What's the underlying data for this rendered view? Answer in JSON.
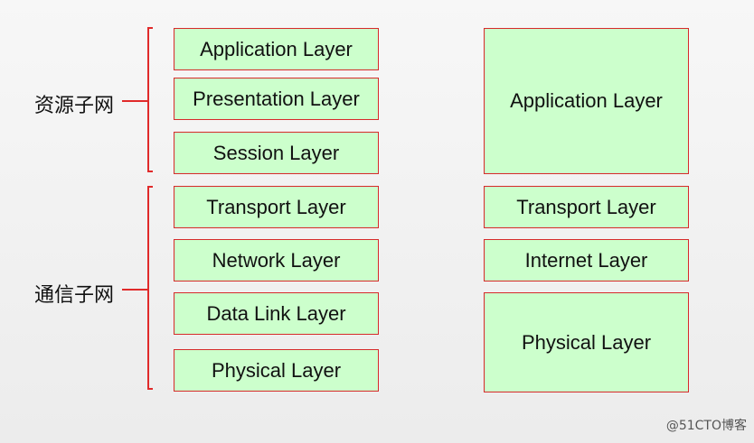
{
  "groups": {
    "resource_subnet": "资源子网",
    "communication_subnet": "通信子网"
  },
  "osi_layers": [
    "Application Layer",
    "Presentation Layer",
    "Session Layer",
    "Transport Layer",
    "Network Layer",
    "Data Link Layer",
    "Physical Layer"
  ],
  "tcpip_layers": [
    "Application Layer",
    "Transport Layer",
    "Internet Layer",
    "Physical Layer"
  ],
  "watermark": "@51CTO博客",
  "colors": {
    "box_fill": "#ccffcc",
    "box_border": "#d62a2a",
    "brace": "#e02a2a"
  }
}
